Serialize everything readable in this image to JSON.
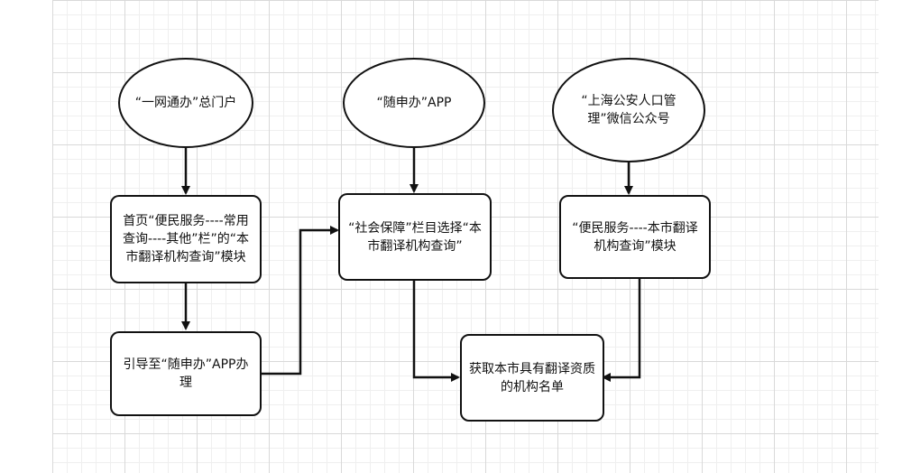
{
  "diagram": {
    "nodes": {
      "portal": "“一网通办”总门户",
      "suishenban_app": "“随申办”APP",
      "wechat": "“上海公安人口管\n理”微信公众号",
      "homepage_module": "首页“便民服务----常用\n查询----其他”栏”的“本\n市翻译机构查询”模块",
      "social_security": "“社会保障”栏目选择“本\n市翻译机构查询”",
      "convenience_module": "“便民服务----本市翻译\n机构查询”模块",
      "guide_app": "引导至“随申办”APP办\n理",
      "result": "获取本市具有翻译资质\n的机构名单"
    }
  },
  "colors": {
    "stroke": "#111111",
    "grid_major": "#d9d9d9",
    "grid_minor": "#efefef"
  }
}
